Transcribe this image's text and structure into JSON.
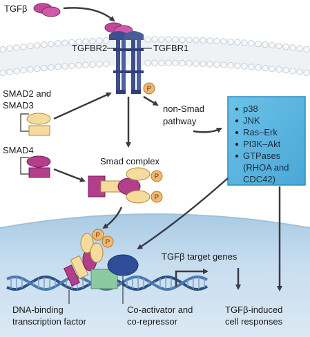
{
  "labels": {
    "tgfb": "TGFβ",
    "tgfbr2": "TGFBR2",
    "tgfbr1": "TGFBR1",
    "smad23_line1": "SMAD2 and",
    "smad23_line2": "SMAD3",
    "smad4": "SMAD4",
    "non_smad_line1": "non-Smad",
    "non_smad_line2": "pathway",
    "smad_complex": "Smad complex",
    "target_genes": "TGFβ target genes",
    "dna_binding_line1": "DNA-binding",
    "dna_binding_line2": "transcription factor",
    "coactivator_line1": "Co-activator and",
    "coactivator_line2": "co-repressor",
    "responses_line1": "TGFβ-induced",
    "responses_line2": "cell responses",
    "phospho": "P"
  },
  "pathway_box": {
    "items": [
      "p38",
      "JNK",
      "Ras–Erk",
      "PI3K–Akt",
      "GTPases",
      "(RHOA and",
      "CDC42)"
    ]
  },
  "colors": {
    "membrane_head": "#f2f5f7",
    "membrane_stroke": "#c8d0d6",
    "cytoplasm": "#ffffff",
    "nucleus": "#bcd6ea",
    "tgfb": "#c0499a",
    "receptor": "#3d4f8c",
    "smad_yellow": "#f6dc9c",
    "smad_magenta": "#b23e8c",
    "phospho": "#f2b870",
    "box_fill": "#5db6df",
    "box_border": "#2e8cc0",
    "cofactor": "#2f4e9a",
    "tf_green": "#8cc9a0",
    "arrow": "#3a3a46"
  }
}
